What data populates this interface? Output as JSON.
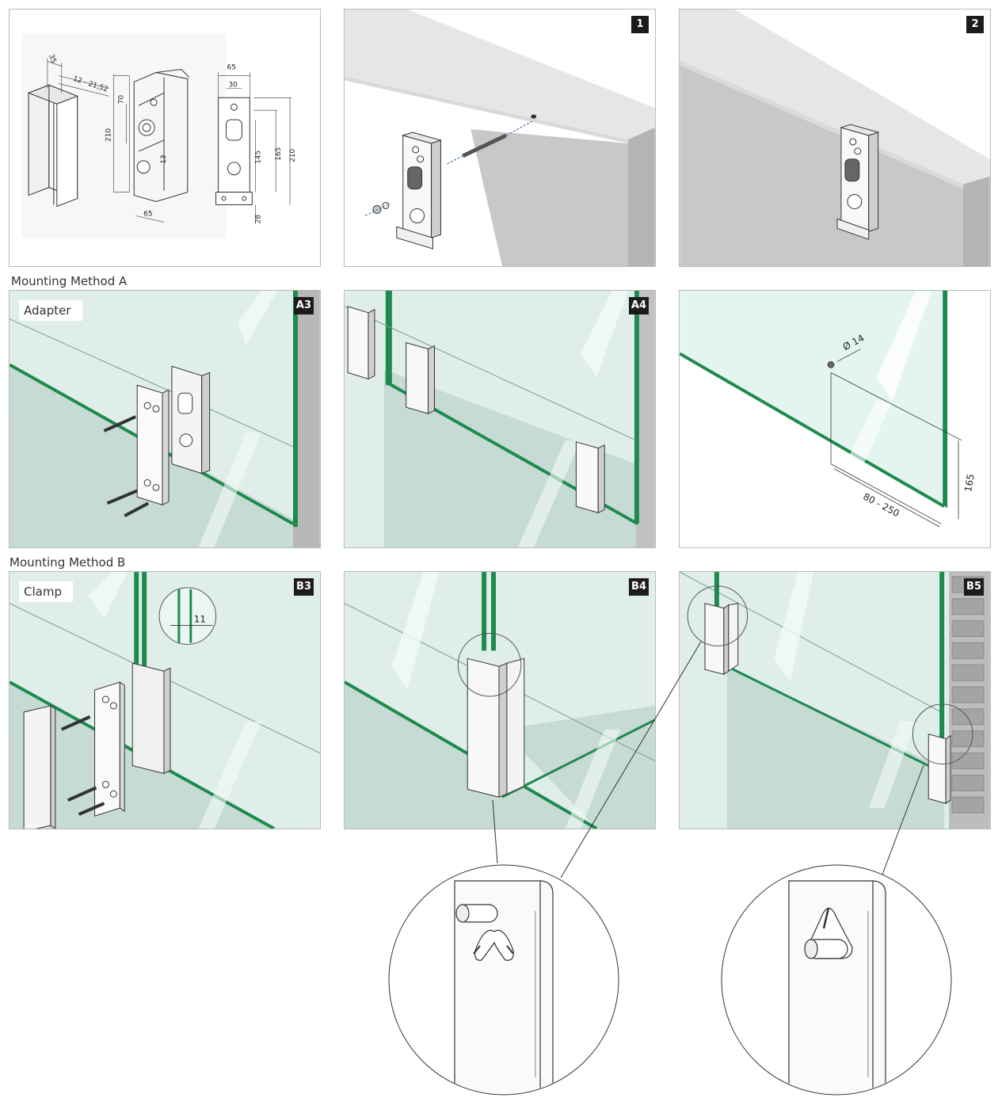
{
  "sections": {
    "method_a": "Mounting Method A",
    "method_b": "Mounting Method B"
  },
  "tags": {
    "adapter": "Adapter",
    "clamp": "Clamp"
  },
  "steps": {
    "s1": "1",
    "s2": "2",
    "a3": "A3",
    "a4": "A4",
    "b3": "B3",
    "b4": "B4",
    "b5": "B5"
  },
  "dimensions": {
    "d35": "35",
    "d12_21": "12 - 21,52",
    "d70": "70",
    "d210a": "210",
    "d13": "13",
    "d65a": "65",
    "d65b": "65",
    "d30": "30",
    "d145": "145",
    "d165": "165",
    "d210b": "210",
    "d28": "28",
    "hole": "Ø 14",
    "range": "80 - 250",
    "height": "165",
    "gap": "11"
  },
  "colors": {
    "glass": "#cfe5de",
    "glass_edge": "#1e8a4e",
    "wall_top": "#e6e6e6",
    "wall_front": "#c8c8c8",
    "wall_side": "#b4b4b4",
    "hardware": "#f2f2f2",
    "badge": "#1c1c1c"
  }
}
